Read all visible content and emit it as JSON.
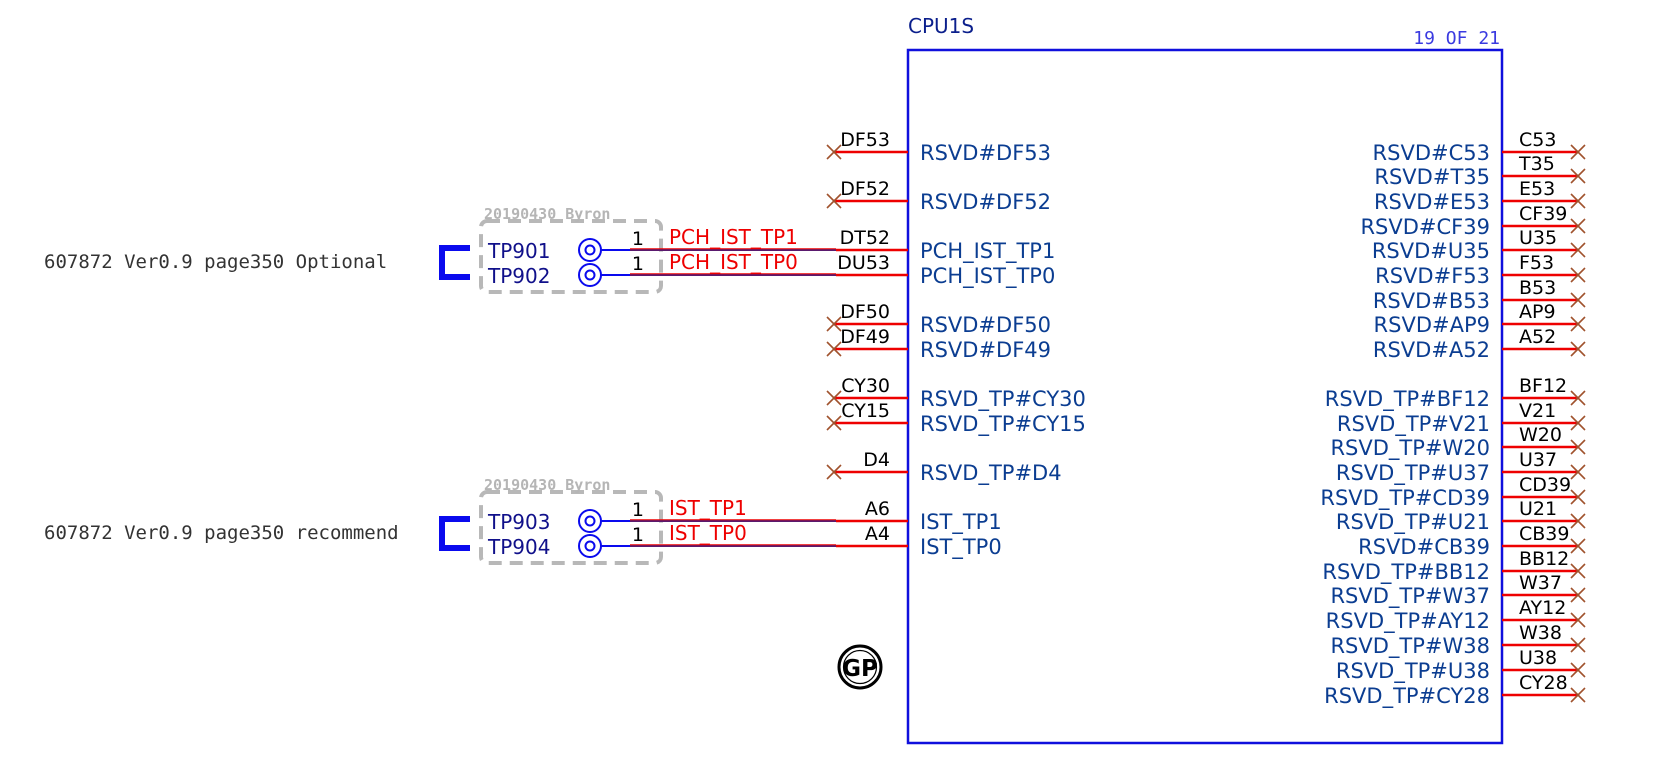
{
  "part": {
    "ref": "CPU1S",
    "sheet": "19 OF 21"
  },
  "left_pins": [
    {
      "num": "DF53",
      "name": "RSVD#DF53",
      "nc": true
    },
    {
      "num": "DF52",
      "name": "RSVD#DF52",
      "nc": true
    },
    {
      "num": "DT52",
      "name": "PCH_IST_TP1",
      "nc": false
    },
    {
      "num": "DU53",
      "name": "PCH_IST_TP0",
      "nc": false
    },
    {
      "num": "DF50",
      "name": "RSVD#DF50",
      "nc": true
    },
    {
      "num": "DF49",
      "name": "RSVD#DF49",
      "nc": true
    },
    {
      "num": "CY30",
      "name": "RSVD_TP#CY30",
      "nc": true
    },
    {
      "num": "CY15",
      "name": "RSVD_TP#CY15",
      "nc": true
    },
    {
      "num": "D4",
      "name": "RSVD_TP#D4",
      "nc": true
    },
    {
      "num": "A6",
      "name": "IST_TP1",
      "nc": false
    },
    {
      "num": "A4",
      "name": "IST_TP0",
      "nc": false
    }
  ],
  "right_pins": [
    {
      "num": "C53",
      "name": "RSVD#C53"
    },
    {
      "num": "T35",
      "name": "RSVD#T35"
    },
    {
      "num": "E53",
      "name": "RSVD#E53"
    },
    {
      "num": "CF39",
      "name": "RSVD#CF39"
    },
    {
      "num": "U35",
      "name": "RSVD#U35"
    },
    {
      "num": "F53",
      "name": "RSVD#F53"
    },
    {
      "num": "B53",
      "name": "RSVD#B53"
    },
    {
      "num": "AP9",
      "name": "RSVD#AP9"
    },
    {
      "num": "A52",
      "name": "RSVD#A52"
    },
    {
      "num": "BF12",
      "name": "RSVD_TP#BF12"
    },
    {
      "num": "V21",
      "name": "RSVD_TP#V21"
    },
    {
      "num": "W20",
      "name": "RSVD_TP#W20"
    },
    {
      "num": "U37",
      "name": "RSVD_TP#U37"
    },
    {
      "num": "CD39",
      "name": "RSVD_TP#CD39"
    },
    {
      "num": "U21",
      "name": "RSVD_TP#U21"
    },
    {
      "num": "CB39",
      "name": "RSVD#CB39"
    },
    {
      "num": "BB12",
      "name": "RSVD_TP#BB12"
    },
    {
      "num": "W37",
      "name": "RSVD_TP#W37"
    },
    {
      "num": "AY12",
      "name": "RSVD_TP#AY12"
    },
    {
      "num": "W38",
      "name": "RSVD_TP#W38"
    },
    {
      "num": "U38",
      "name": "RSVD_TP#U38"
    },
    {
      "num": "CY28",
      "name": "RSVD_TP#CY28"
    }
  ],
  "test_point_groups": [
    {
      "note": "607872 Ver0.9 page350 Optional",
      "tag": "20190430 Byron",
      "points": [
        {
          "ref": "TP901",
          "pin": "1",
          "net": "PCH_IST_TP1"
        },
        {
          "ref": "TP902",
          "pin": "1",
          "net": "PCH_IST_TP0"
        }
      ]
    },
    {
      "note": "607872 Ver0.9 page350 recommend",
      "tag": "20190430 Byron",
      "points": [
        {
          "ref": "TP903",
          "pin": "1",
          "net": "IST_TP1"
        },
        {
          "ref": "TP904",
          "pin": "1",
          "net": "IST_TP0"
        }
      ]
    }
  ],
  "badge": "GP",
  "colors": {
    "body": "#1010dd",
    "wire": "#ee0000",
    "net_wire": "#5a1a6e",
    "nc_mark": "#a0522d",
    "pin_name": "#0b3d91",
    "net_label": "#ee0000",
    "dashed_box": "#b8b8b8",
    "bracket": "#0a0aee"
  }
}
